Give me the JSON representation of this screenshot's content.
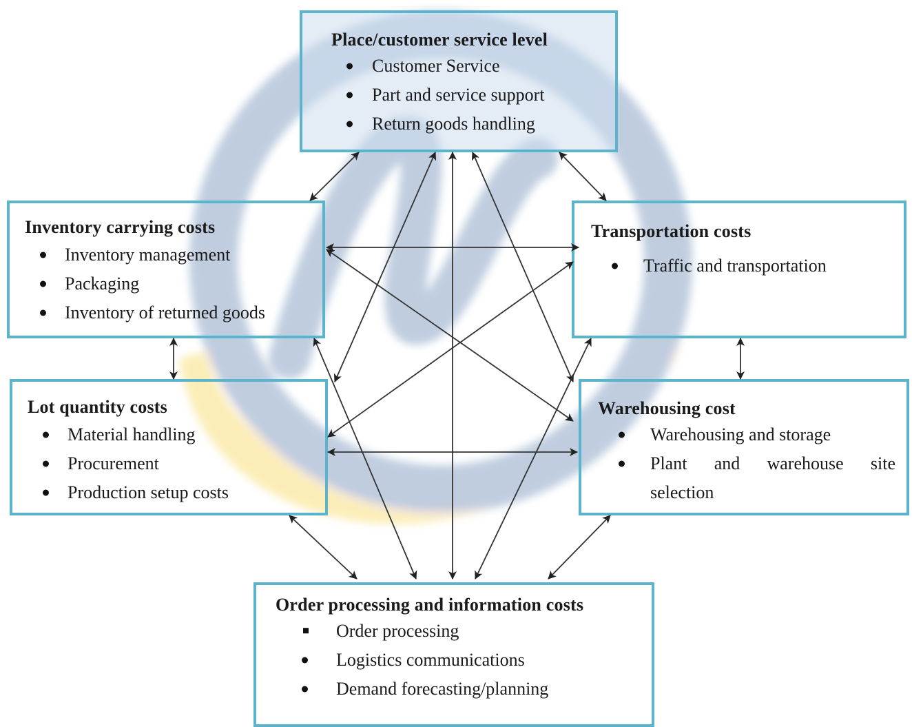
{
  "boxes": {
    "place": {
      "title": "Place/customer service level",
      "items": [
        "Customer Service",
        "Part and service support",
        "Return goods handling"
      ]
    },
    "inventory": {
      "title": "Inventory carrying costs",
      "items": [
        "Inventory management",
        "Packaging",
        "Inventory of returned goods"
      ]
    },
    "transportation": {
      "title": "Transportation costs",
      "items": [
        "Traffic and transportation"
      ]
    },
    "lot": {
      "title": "Lot quantity costs",
      "items": [
        "Material handling",
        "Procurement",
        "Production setup costs"
      ]
    },
    "warehousing": {
      "title": "Warehousing cost",
      "items": [
        "Warehousing and storage",
        "Plant and warehouse site",
        "selection"
      ]
    },
    "order": {
      "title": "Order processing and information costs",
      "items": [
        "Order processing",
        "Logistics communications",
        "Demand forecasting/planning"
      ]
    }
  },
  "colors": {
    "border": "#5bb3cc",
    "arrow": "#333333",
    "watermark_blue": "#1f4f8f",
    "watermark_gold": "#f2c200"
  }
}
